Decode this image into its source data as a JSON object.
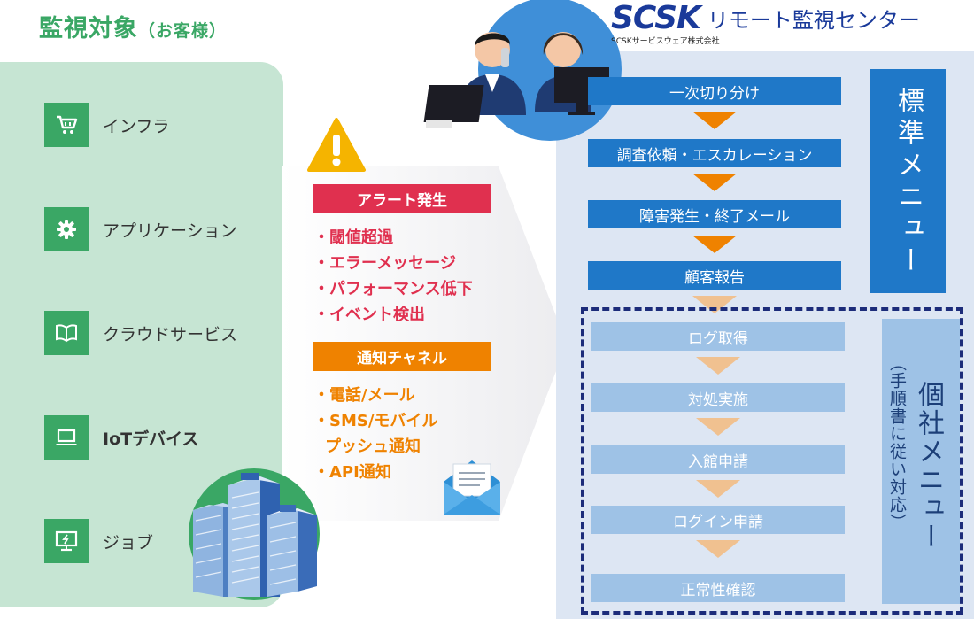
{
  "monitored": {
    "title": "監視対象",
    "title_suffix": "（お客様）",
    "items": [
      {
        "label": "インフラ",
        "icon": "cart-icon"
      },
      {
        "label": "アプリケーション",
        "icon": "gear-icon"
      },
      {
        "label": "クラウドサービス",
        "icon": "book-icon"
      },
      {
        "label": "IoTデバイス",
        "icon": "laptop-icon"
      },
      {
        "label": "ジョブ",
        "icon": "monitor-icon"
      }
    ]
  },
  "alert": {
    "heading": "アラート発生",
    "items": [
      "・閾値超過",
      "・エラーメッセージ",
      "・パフォーマンス低下",
      "・イベント検出"
    ]
  },
  "notify": {
    "heading": "通知チャネル",
    "items": [
      "・電話/メール",
      "・SMS/モバイル",
      "プッシュ通知",
      "・API通知"
    ]
  },
  "center": {
    "logo": "SCSK",
    "name": "リモート監視センター",
    "company": "SCSKサービスウェア株式会社",
    "standard_label": "標準メニュー",
    "individual_label": "個社メニュー",
    "individual_sub": "（手順書に従い対応）",
    "standard_steps": [
      "一次切り分け",
      "調査依頼・エスカレーション",
      "障害発生・終了メール",
      "顧客報告"
    ],
    "individual_steps": [
      "ログ取得",
      "対処実施",
      "入館申請",
      "ログイン申請",
      "正常性確認"
    ]
  },
  "colors": {
    "green": "#3aa765",
    "green_light": "#c6e5d3",
    "blue": "#1f78c8",
    "blue_light": "#9ec2e6",
    "navy": "#1c2c7a",
    "red": "#e0304f",
    "orange": "#ef8200",
    "panel_bg": "#dde6f3"
  }
}
